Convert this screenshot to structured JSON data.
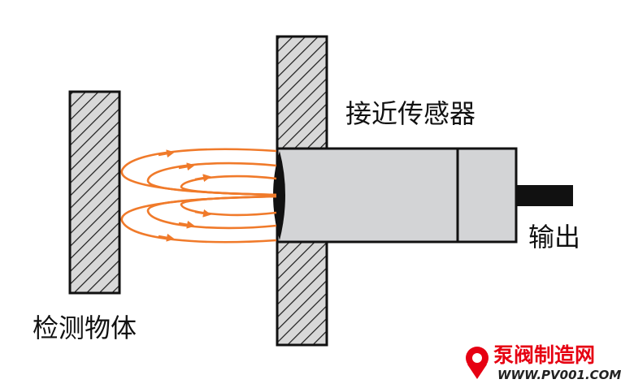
{
  "labels": {
    "sensor": "接近传感器",
    "output": "输出",
    "target": "检测物体"
  },
  "watermark": {
    "name": "泵阀制造网",
    "url": "WWW.PV001.COM",
    "icon": "location-pin-icon",
    "color": "#e60012"
  },
  "colors": {
    "field_lines": "#f07a2a",
    "sensor_body": "#d3d4d6",
    "outline": "#111111",
    "hatch_bg": "#d8d8d8"
  }
}
